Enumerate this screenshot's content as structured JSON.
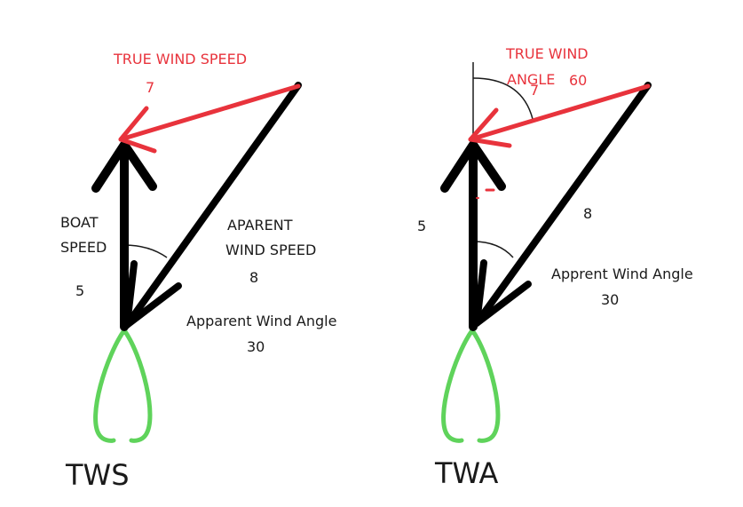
{
  "colors": {
    "true_wind": "#e8333c",
    "boat_and_apparent": "#000000",
    "hull": "#5fd35b"
  },
  "left_diagram": {
    "true_wind_label": "TRUE WIND SPEED",
    "true_wind_value": "7",
    "boat_speed_label_line1": "BOAT",
    "boat_speed_label_line2": "SPEED",
    "boat_speed_value": "5",
    "apparent_speed_label_line1": "APARENT",
    "apparent_speed_label_line2": "WIND SPEED",
    "apparent_speed_value": "8",
    "apparent_angle_label": "Apparent Wind Angle",
    "apparent_angle_value": "30",
    "caption": "TWS"
  },
  "right_diagram": {
    "true_angle_label_line1": "TRUE WIND",
    "true_angle_label_line2": "ANGLE",
    "true_angle_value": "60",
    "true_wind_value": "7",
    "boat_speed_value": "5",
    "apparent_speed_value": "8",
    "apparent_angle_label": "Apprent Wind Angle",
    "apparent_angle_value": "30",
    "caption": "TWA"
  }
}
